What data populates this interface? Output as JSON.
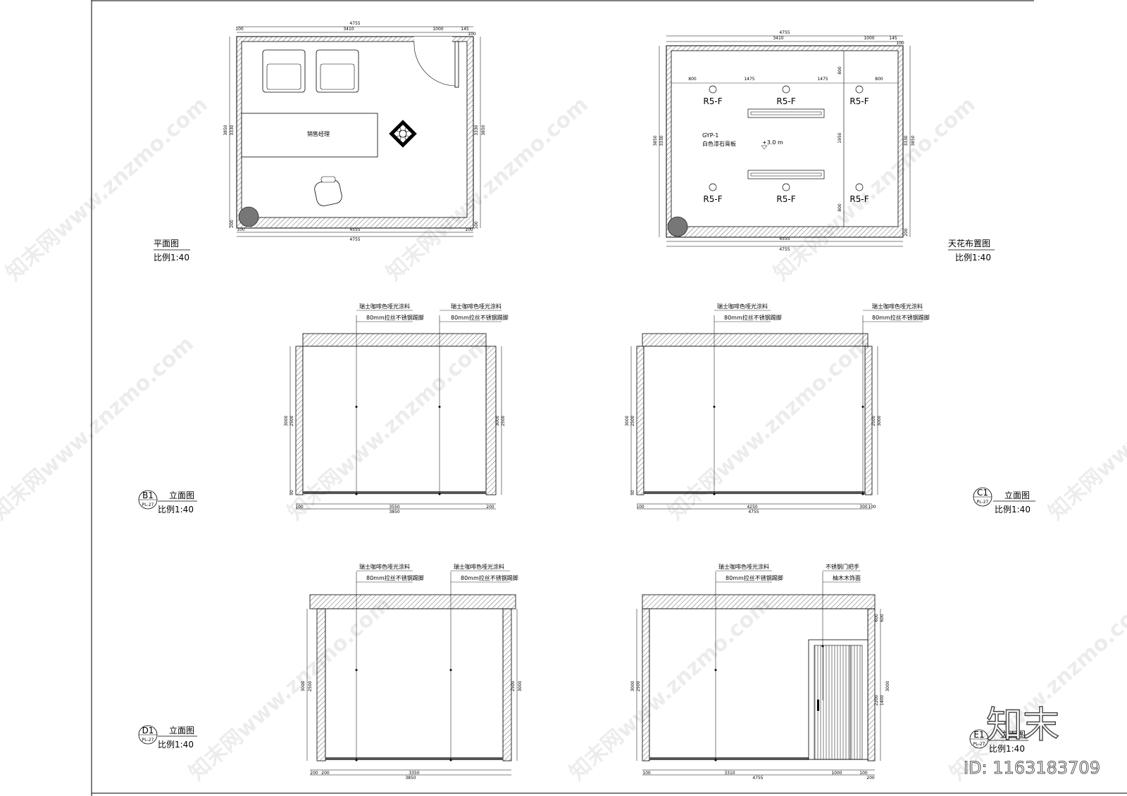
{
  "plan": {
    "title": "平面图",
    "scale": "比例1:40",
    "room_label": "销售经理",
    "dims_top": [
      "4755",
      "3410",
      "1000",
      "100",
      "145",
      "100"
    ],
    "dims_bottom": [
      "4555",
      "4755",
      "100",
      "100"
    ],
    "dims_left": [
      "3850",
      "3330",
      "200"
    ],
    "dims_right": [
      "3330",
      "3850",
      "100"
    ]
  },
  "ceiling": {
    "title": "天花布置图",
    "scale": "比例1:40",
    "fixture_label": "R5-F",
    "material_code": "GYP-1",
    "material_name": "白色漆石膏板",
    "height": "+3.0 m",
    "dims_top": [
      "4755",
      "3410",
      "1000",
      "145",
      "100"
    ],
    "dims_spacing": [
      "800",
      "1475",
      "1475",
      "800"
    ],
    "dims_vertical": [
      "800",
      "1950",
      "800"
    ],
    "dims_bottom": [
      "4555",
      "4755"
    ],
    "dims_left": [
      "3850",
      "3330"
    ],
    "dims_right": [
      "3330",
      "3850",
      "200"
    ]
  },
  "elev_b": {
    "tag": "B1",
    "sheet": "PL-27",
    "title": "立面图",
    "scale": "比例1:40",
    "note1": "瑞士咖啡色哑光涂料",
    "note2": "80mm拉丝不锈钢踢脚",
    "dims_bottom": [
      "100",
      "3550",
      "200",
      "3850"
    ],
    "dims_left": [
      "3000",
      "2500",
      "50"
    ],
    "dims_right": [
      "3000",
      "2500"
    ]
  },
  "elev_c": {
    "tag": "C1",
    "sheet": "PL-27",
    "title": "立面图",
    "scale": "比例1:40",
    "note1": "瑞士咖啡色哑光涂料",
    "note2": "80mm拉丝不锈钢踢脚",
    "dims_bottom": [
      "100",
      "4250",
      "300",
      "100",
      "4755"
    ],
    "dims_left": [
      "3000",
      "2500",
      "50"
    ],
    "dims_right": [
      "2500",
      "3000"
    ]
  },
  "elev_d": {
    "tag": "D1",
    "sheet": "PL-27",
    "title": "立面图",
    "scale": "比例1:40",
    "note1": "瑞士咖啡色哑光涂料",
    "note2": "80mm拉丝不锈钢踢脚",
    "dims_bottom": [
      "200",
      "200",
      "3350",
      "3850"
    ],
    "dims_left": [
      "3000",
      "2500"
    ],
    "dims_right": [
      "2500",
      "3000"
    ]
  },
  "elev_e": {
    "tag": "E1",
    "sheet": "PL-27",
    "title": "立面图",
    "scale": "比例1:40",
    "note1": "瑞士咖啡色哑光涂料",
    "note2": "80mm拉丝不锈钢踢脚",
    "note3": "不锈钢门把手",
    "note4": "柚木木饰面",
    "dims_bottom": [
      "100",
      "3310",
      "1000",
      "100",
      "200",
      "4755"
    ],
    "dims_left": [
      "3000",
      "2500"
    ],
    "dims_right": [
      "600",
      "600",
      "2200",
      "1400",
      "3000"
    ]
  },
  "watermark": {
    "site": "知末网www.znzmo.com",
    "logo": "知末",
    "id": "ID: 1163183709"
  }
}
